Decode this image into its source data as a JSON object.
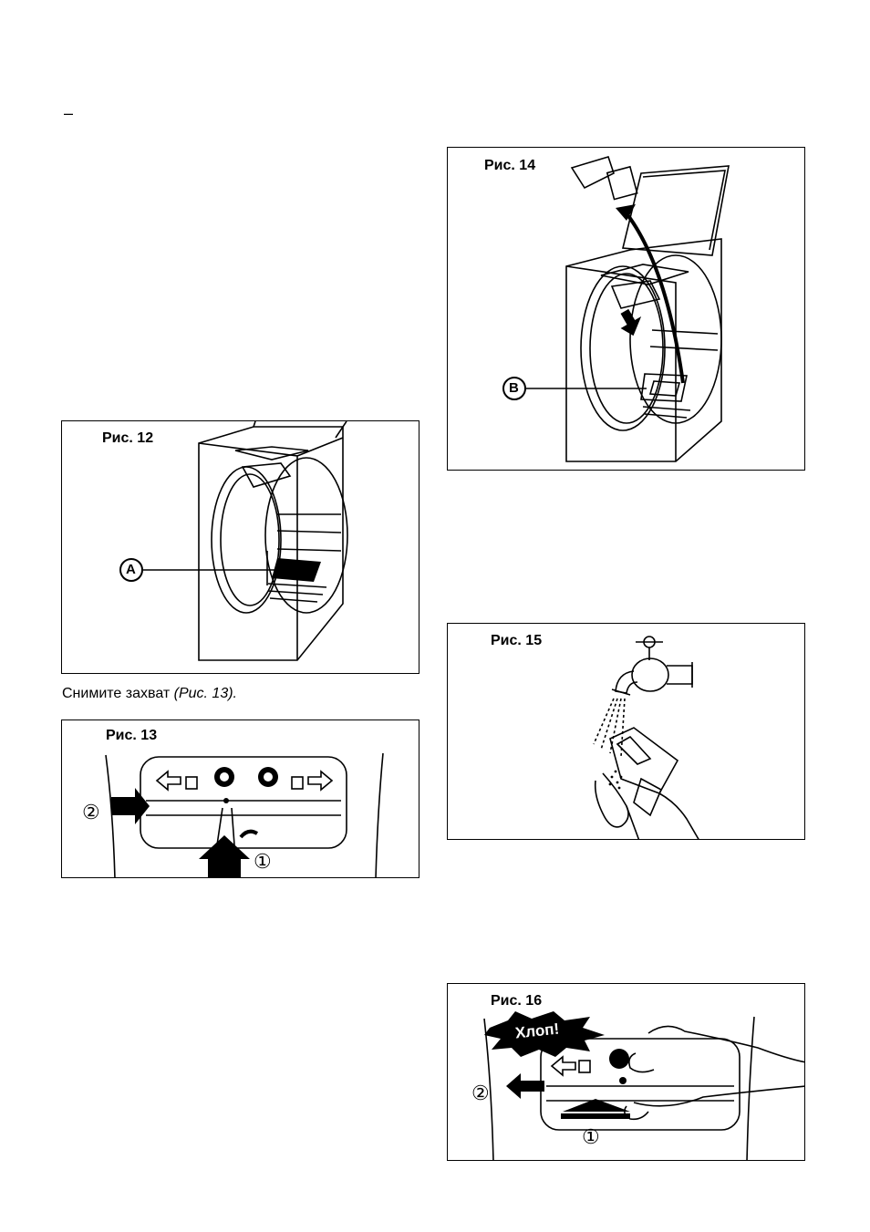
{
  "page": {
    "dash_mark": "–",
    "caption_13": {
      "text": "Снимите захват ",
      "ref": "(Рис. 13)."
    }
  },
  "figures": {
    "fig12": {
      "label": "Рис. 12",
      "callout": "A"
    },
    "fig13": {
      "label": "Рис. 13",
      "step1": "①",
      "step2": "②"
    },
    "fig14": {
      "label": "Рис. 14",
      "callout": "B"
    },
    "fig15": {
      "label": "Рис. 15"
    },
    "fig16": {
      "label": "Рис. 16",
      "burst_text": "Хлоп!",
      "step1": "①",
      "step2": "②"
    }
  }
}
